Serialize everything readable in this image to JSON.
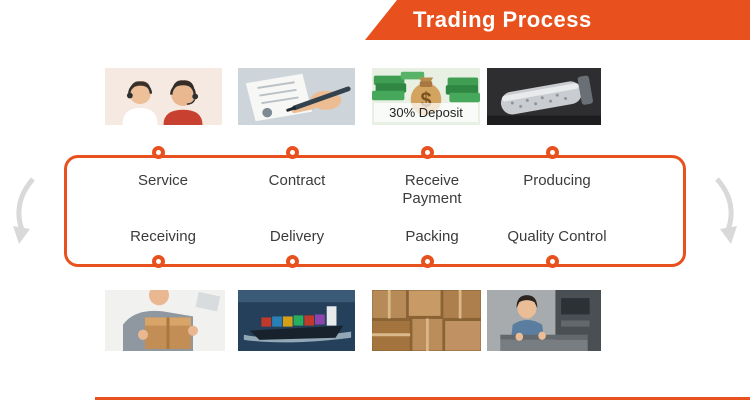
{
  "banner": {
    "title": "Trading Process"
  },
  "colors": {
    "accent": "#E8511D",
    "label_text": "#3B3B3B",
    "side_arrow_gray": "#D9D9D9"
  },
  "process": {
    "top_steps": [
      {
        "label": "Service",
        "image": "customer-service-photo"
      },
      {
        "label": "Contract",
        "image": "contract-signing-photo"
      },
      {
        "label": "Receive Payment",
        "image": "deposit-money-photo"
      },
      {
        "label": "Producing",
        "image": "production-machine-photo"
      }
    ],
    "bottom_steps": [
      {
        "label": "Receiving",
        "image": "parcel-receiving-photo"
      },
      {
        "label": "Delivery",
        "image": "cargo-ship-photo"
      },
      {
        "label": "Packing",
        "image": "warehouse-boxes-photo"
      },
      {
        "label": "Quality Control",
        "image": "quality-inspection-photo"
      }
    ]
  },
  "overlays": {
    "deposit_label": "30% Deposit",
    "bag_symbol": "$"
  }
}
